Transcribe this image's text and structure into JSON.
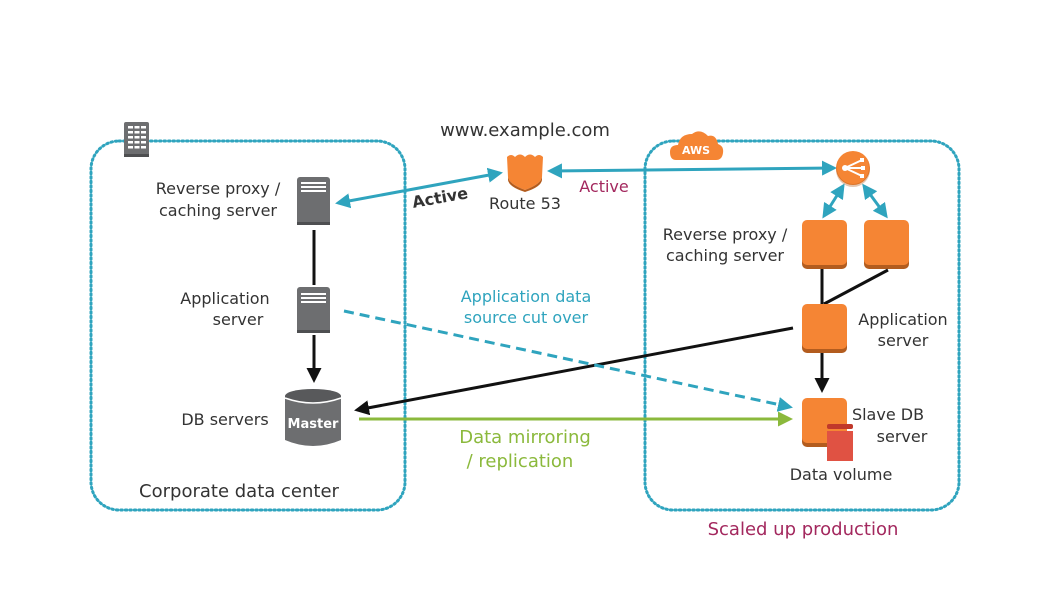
{
  "title": "www.example.com",
  "colors": {
    "teal": "#2fa4be",
    "green": "#8bb93c",
    "plum": "#a3285e",
    "orange": "#f58534",
    "orange_dark": "#b35c1e",
    "gray": "#6d6e70",
    "red": "#e05243",
    "text": "#333333"
  },
  "corporate": {
    "label": "Corporate data center",
    "icon": "building-icon",
    "reverse_proxy": {
      "line1": "Reverse proxy /",
      "line2": "caching server",
      "icon": "server-icon"
    },
    "app_server": {
      "line1": "Application",
      "line2": "server",
      "icon": "server-icon"
    },
    "db_servers": {
      "label": "DB servers",
      "db_label": "Master",
      "icon": "database-icon"
    }
  },
  "route53": {
    "label": "Route 53",
    "icon": "shield-icon",
    "left_link_label": "Active",
    "right_link_label": "Active"
  },
  "aws": {
    "badge": "AWS",
    "label": "Scaled up production",
    "load_balancer_icon": "load-balancer-icon",
    "reverse_proxy": {
      "line1": "Reverse proxy /",
      "line2": "caching server"
    },
    "app_server": {
      "line1": "Application",
      "line2": "server"
    },
    "slave_db": {
      "line1": "Slave DB",
      "line2": "server"
    },
    "data_volume": {
      "label": "Data volume",
      "icon": "volume-icon"
    }
  },
  "flows": {
    "cutover": {
      "line1": "Application data",
      "line2": "source cut over"
    },
    "mirroring": {
      "line1": "Data mirroring",
      "line2": "/ replication"
    }
  }
}
